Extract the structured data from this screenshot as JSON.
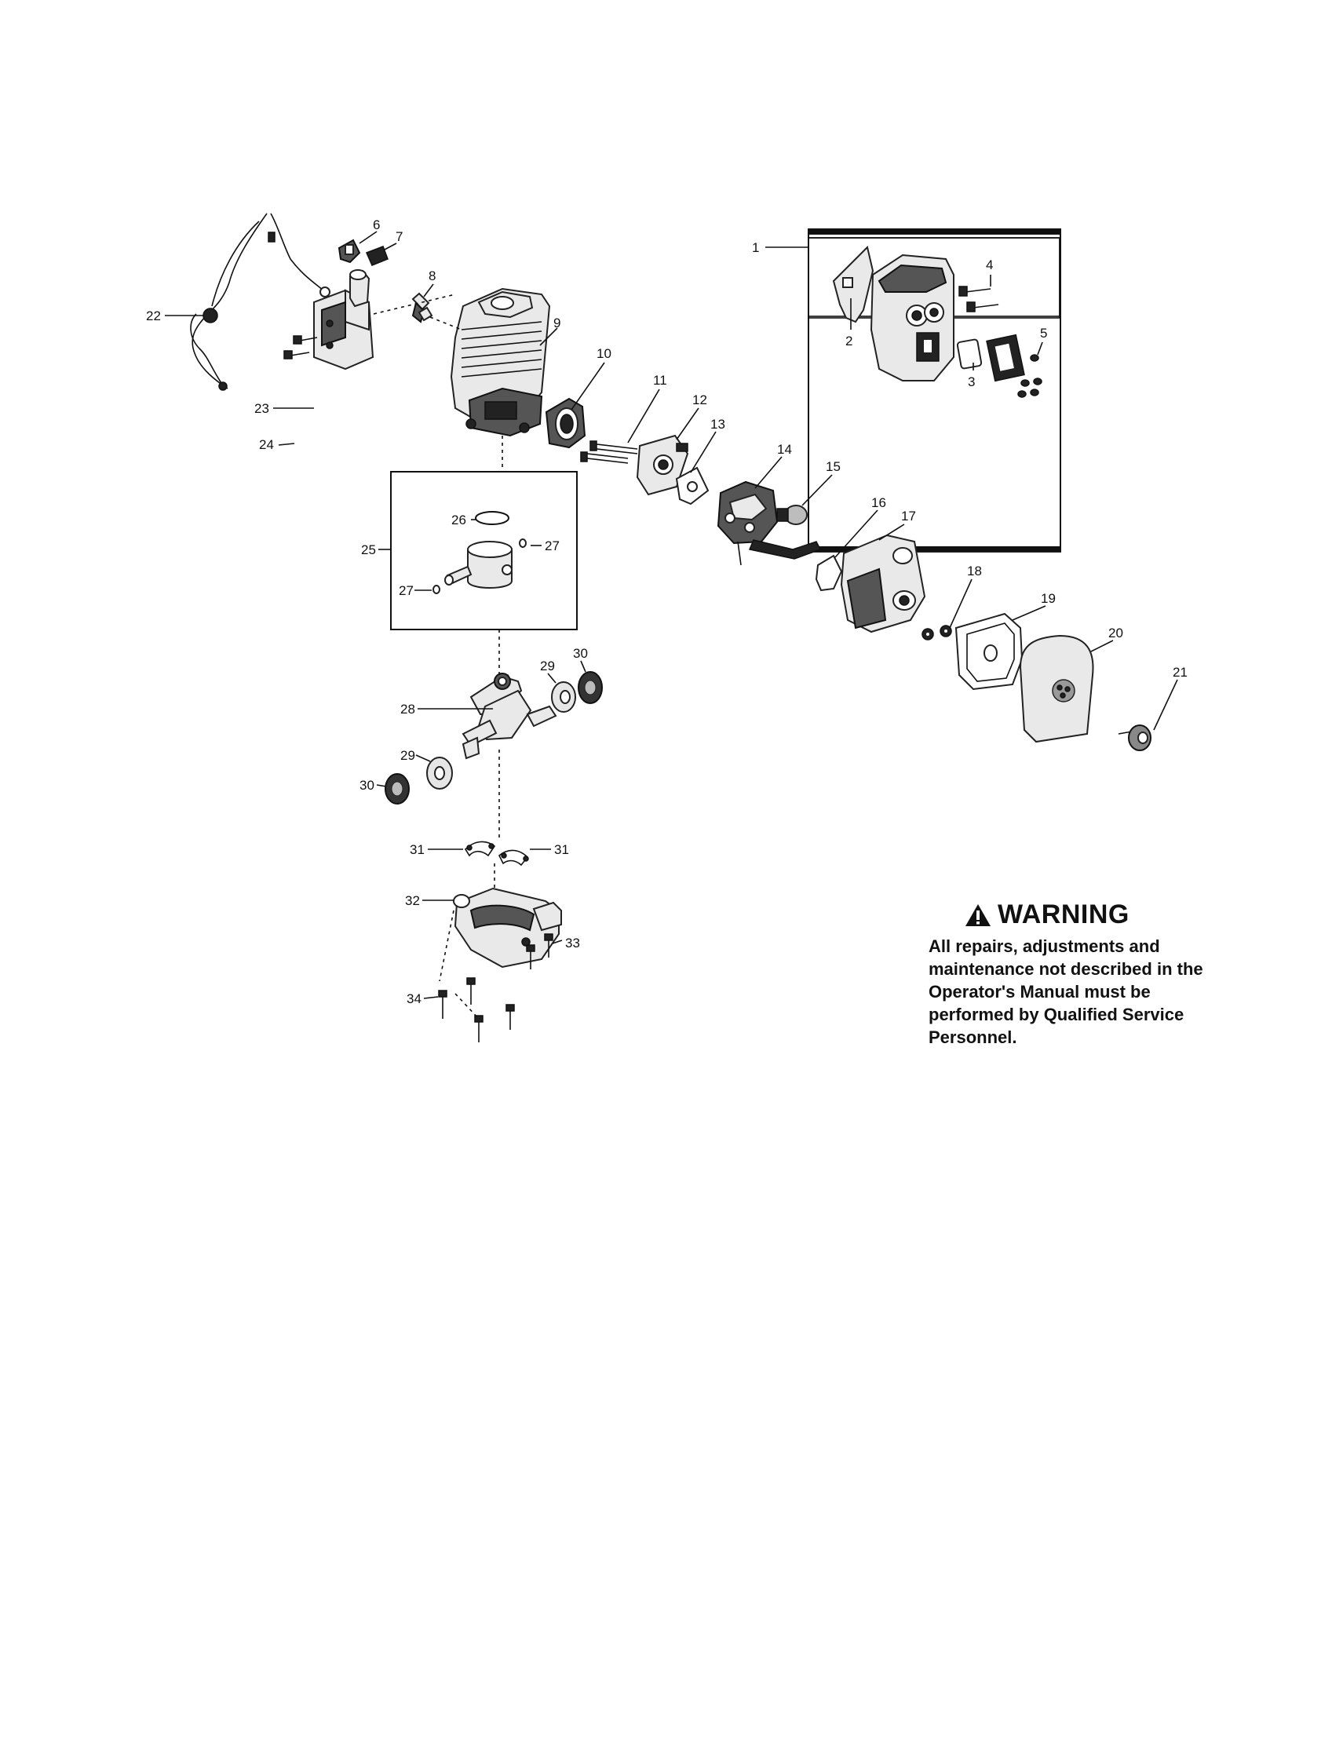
{
  "warning": {
    "title": "WARNING",
    "text": "All repairs, adjustments and maintenance not described in the Operator's Manual must be performed by Qualified Service Personnel."
  },
  "callouts": {
    "c1": "1",
    "c2": "2",
    "c3": "3",
    "c4": "4",
    "c5": "5",
    "c6": "6",
    "c7": "7",
    "c8": "8",
    "c9": "9",
    "c10": "10",
    "c11": "11",
    "c12": "12",
    "c13": "13",
    "c14": "14",
    "c15": "15",
    "c16": "16",
    "c17": "17",
    "c18": "18",
    "c19": "19",
    "c20": "20",
    "c21": "21",
    "c22": "22",
    "c23": "23",
    "c24": "24",
    "c25": "25",
    "c26": "26",
    "c27a": "27",
    "c27b": "27",
    "c28": "28",
    "c29a": "29",
    "c29b": "29",
    "c30a": "30",
    "c30b": "30",
    "c31a": "31",
    "c31b": "31",
    "c32": "32",
    "c33": "33",
    "c34": "34"
  }
}
